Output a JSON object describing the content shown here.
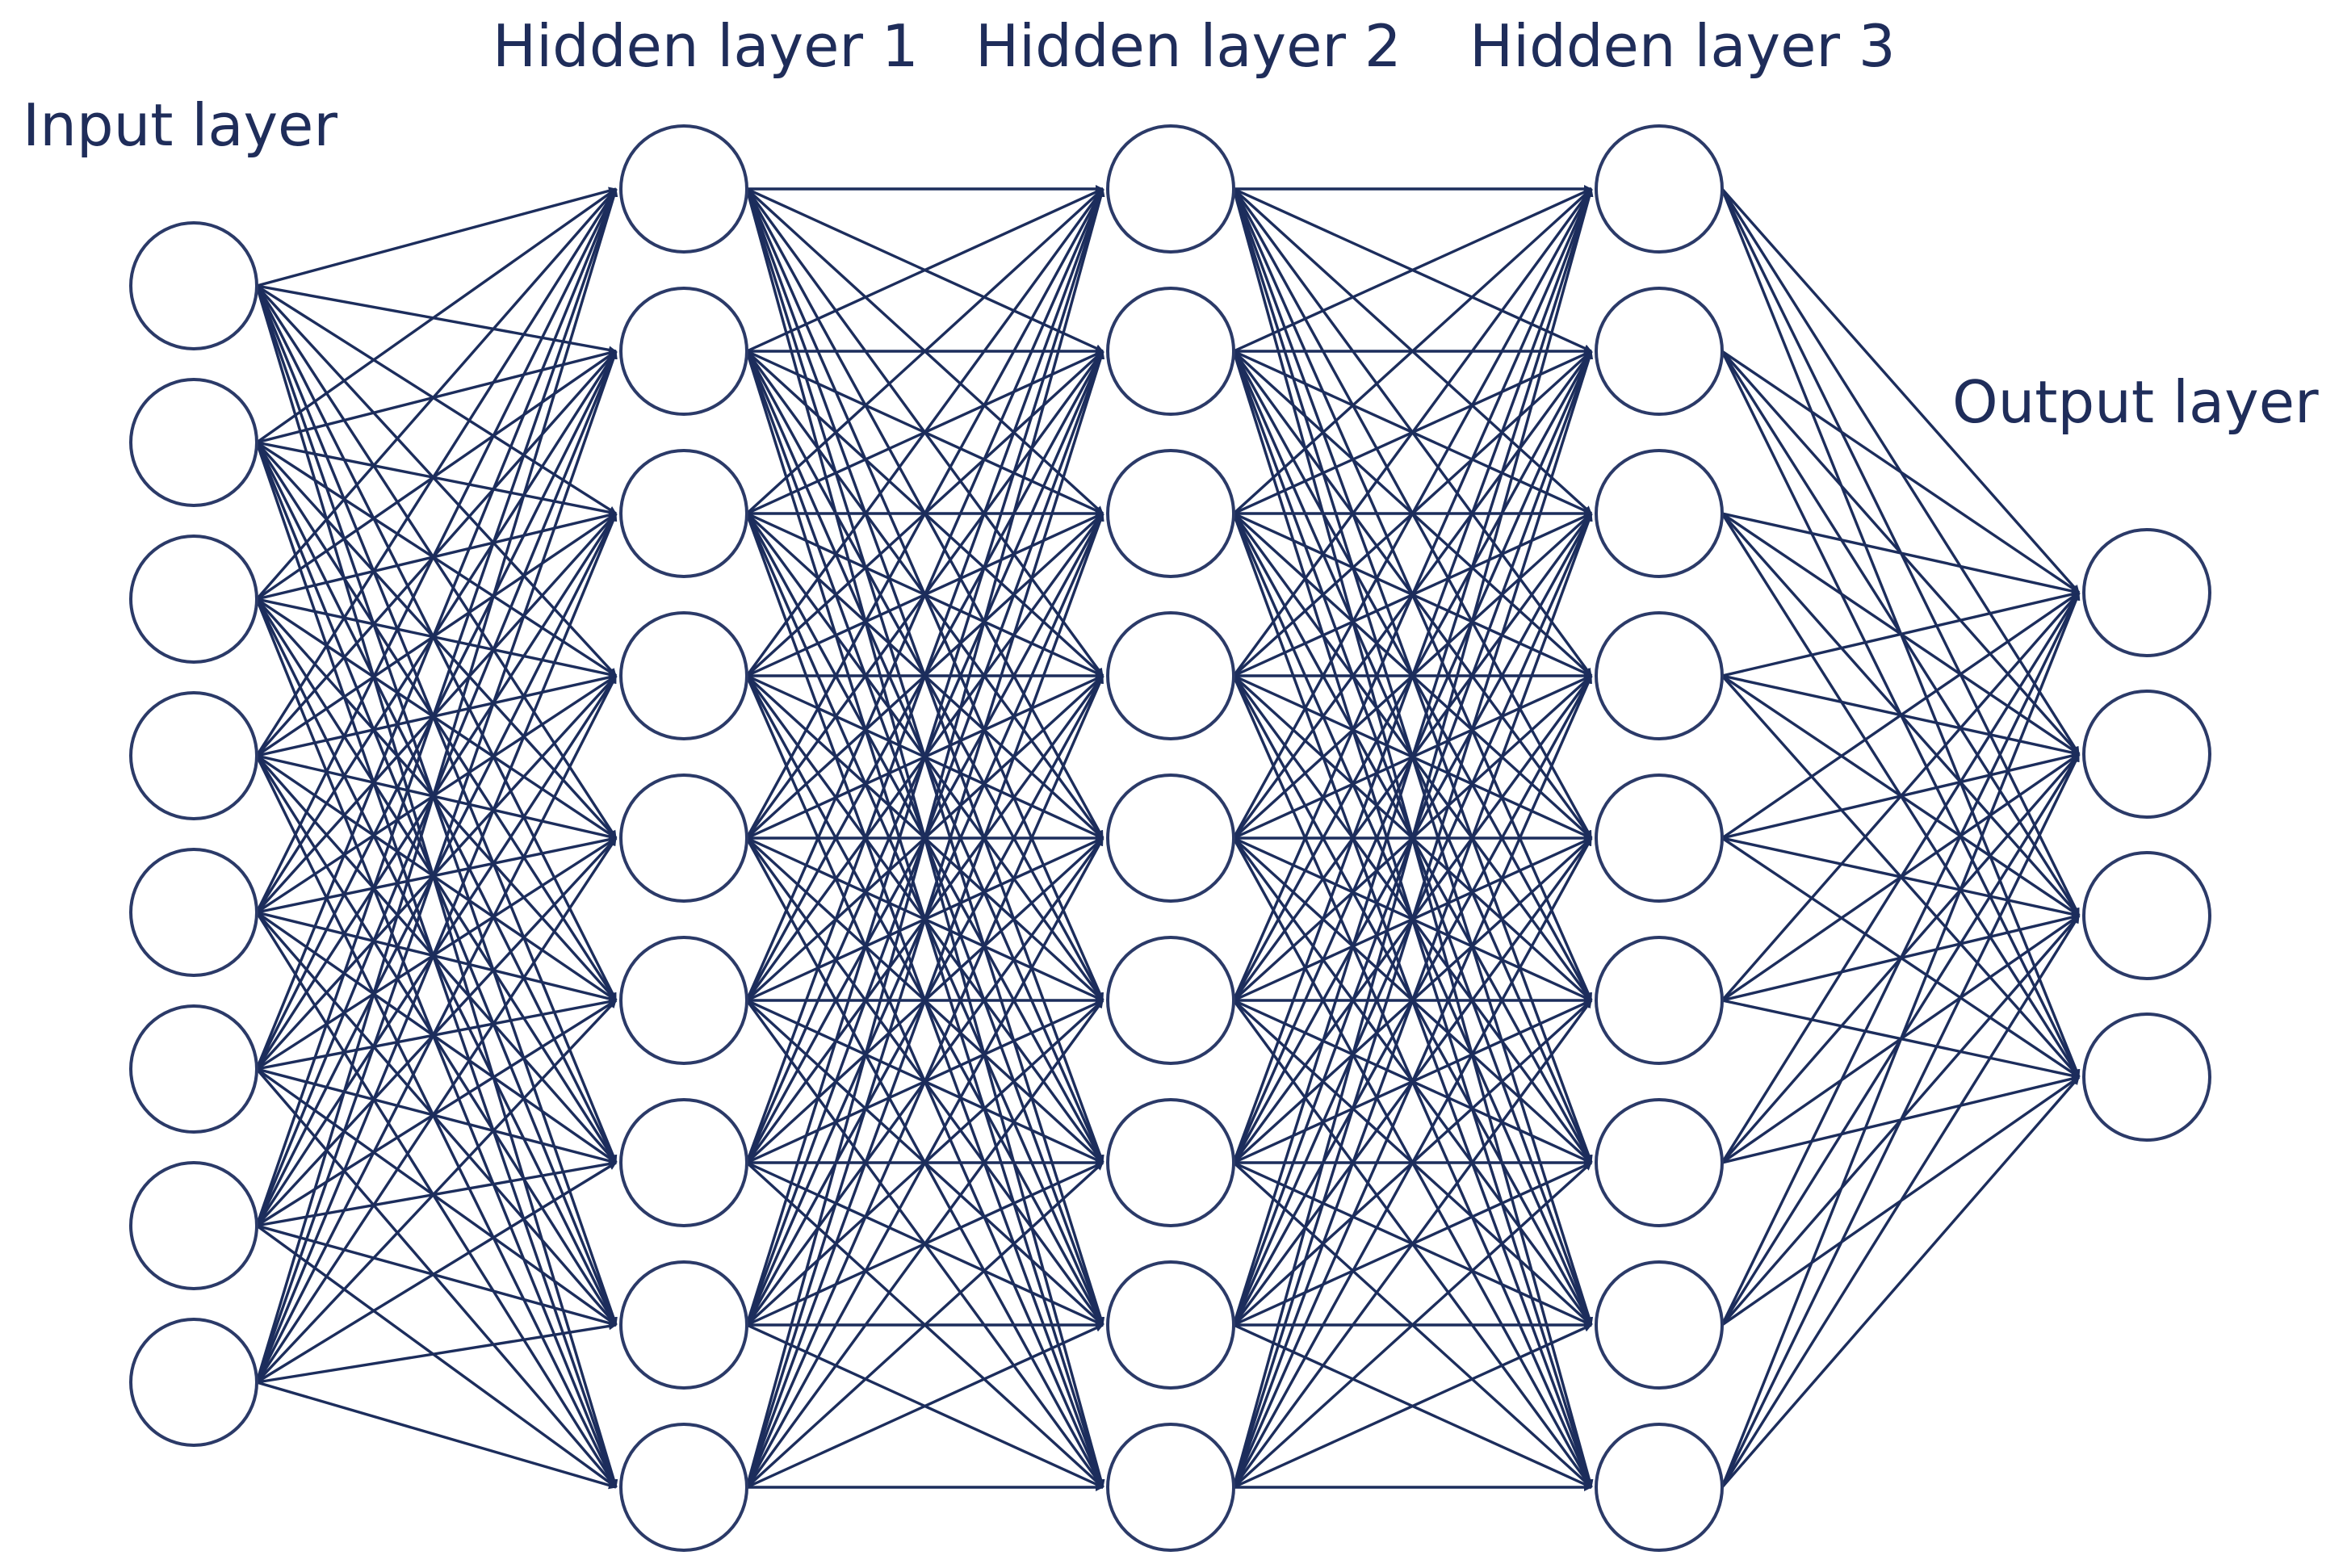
{
  "title": "",
  "colors": {
    "line": "#1c2d5c",
    "neuron_stroke": "#2b3a68",
    "neuron_fill": "#ffffff",
    "label_text": "#1f2d5a",
    "background": "#ffffff"
  },
  "layers": [
    {
      "id": "input",
      "label": "Input layer",
      "neurons": 8
    },
    {
      "id": "hidden-1",
      "label": "Hidden layer 1",
      "neurons": 9
    },
    {
      "id": "hidden-2",
      "label": "Hidden layer 2",
      "neurons": 9
    },
    {
      "id": "hidden-3",
      "label": "Hidden layer 3",
      "neurons": 9
    },
    {
      "id": "output",
      "label": "Output layer",
      "neurons": 4
    }
  ],
  "connectivity": "fully-connected",
  "arrowheads": true
}
